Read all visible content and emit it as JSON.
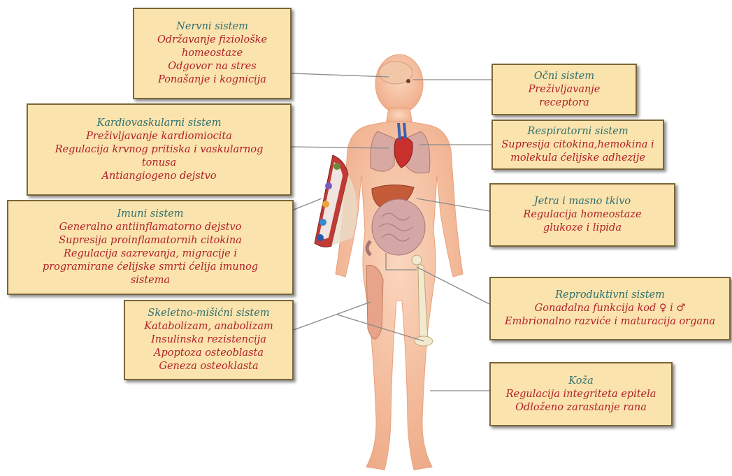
{
  "boxes": [
    {
      "id": "nervni",
      "title": "Nervni sistem",
      "lines": [
        "Održavanje fiziološke",
        "homeostaze",
        "Odgovor na stres",
        "Ponašanje i kognicija"
      ]
    },
    {
      "id": "kardio",
      "title": "Kardiovaskularni sistem",
      "lines": [
        "Preživljavanje kardiomiocita",
        "Regulacija krvnog pritiska i vaskularnog",
        "tonusa",
        "Antiangiogeno dejstvo"
      ]
    },
    {
      "id": "imuni",
      "title": "Imuni sistem",
      "lines": [
        "Generalno antiinflamatorno dejstvo",
        "Supresija proinflamatornih citokina",
        "Regulacija sazrevanja, migracije i",
        "programirane ćelijske smrti ćelija imunog",
        "sistema"
      ]
    },
    {
      "id": "skelet",
      "title": "Skeletno-mišićni sistem",
      "lines": [
        "Katabolizam, anabolizam",
        "Insulinska rezistencija",
        "Apoptoza osteoblasta",
        "Geneza osteoklasta"
      ]
    },
    {
      "id": "ocni",
      "title": "Očni sistem",
      "lines": [
        "Preživljavanje",
        "receptora"
      ]
    },
    {
      "id": "resp",
      "title": "Respiratorni sistem",
      "lines": [
        "Supresija citokina,hemokina i",
        "molekula ćelijske adhezije"
      ]
    },
    {
      "id": "jetra",
      "title": "Jetra i masno tkivo",
      "lines": [
        "Regulacija homeostaze",
        "glukoze i lipida"
      ]
    },
    {
      "id": "repro",
      "title": "Reproduktivni sistem",
      "lines": [
        "Gonadalna funkcija kod ♀ i ♂",
        "Embrionalno razviće i maturacija organa"
      ]
    },
    {
      "id": "koza",
      "title": "Koža",
      "lines": [
        "Regulacija integriteta epitela",
        "Odloženo zarastanje rana"
      ]
    }
  ]
}
